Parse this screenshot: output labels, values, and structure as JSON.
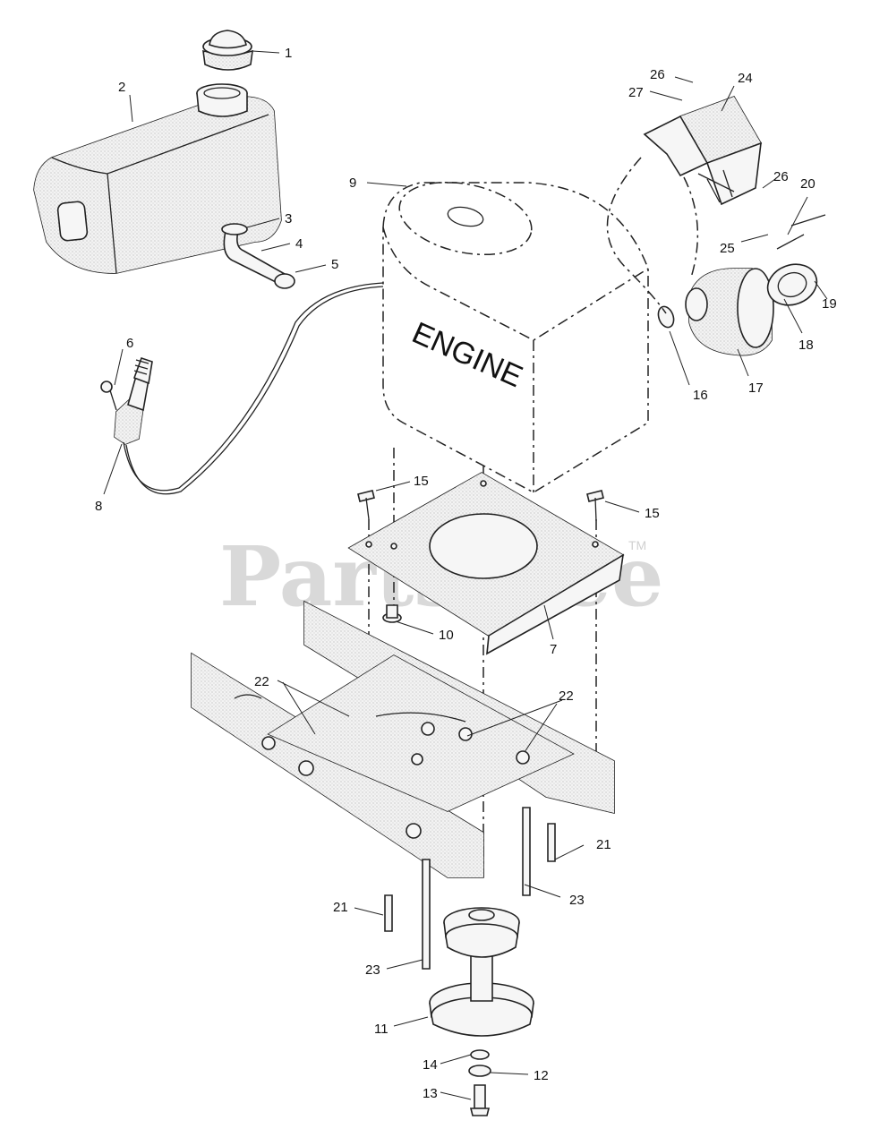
{
  "diagram": {
    "engine_label": "ENGINE",
    "watermark": "PartsTree",
    "watermark_tm": "TM",
    "callouts": {
      "c1": "1",
      "c2": "2",
      "c3": "3",
      "c4": "4",
      "c5": "5",
      "c6": "6",
      "c7": "7",
      "c8": "8",
      "c9": "9",
      "c10": "10",
      "c11": "11",
      "c12": "12",
      "c13": "13",
      "c14": "14",
      "c15a": "15",
      "c15b": "15",
      "c16": "16",
      "c17": "17",
      "c18": "18",
      "c19": "19",
      "c20": "20",
      "c21a": "21",
      "c21b": "21",
      "c22a": "22",
      "c22b": "22",
      "c23a": "23",
      "c23b": "23",
      "c24": "24",
      "c25": "25",
      "c26a": "26",
      "c26b": "26",
      "c27": "27"
    }
  }
}
